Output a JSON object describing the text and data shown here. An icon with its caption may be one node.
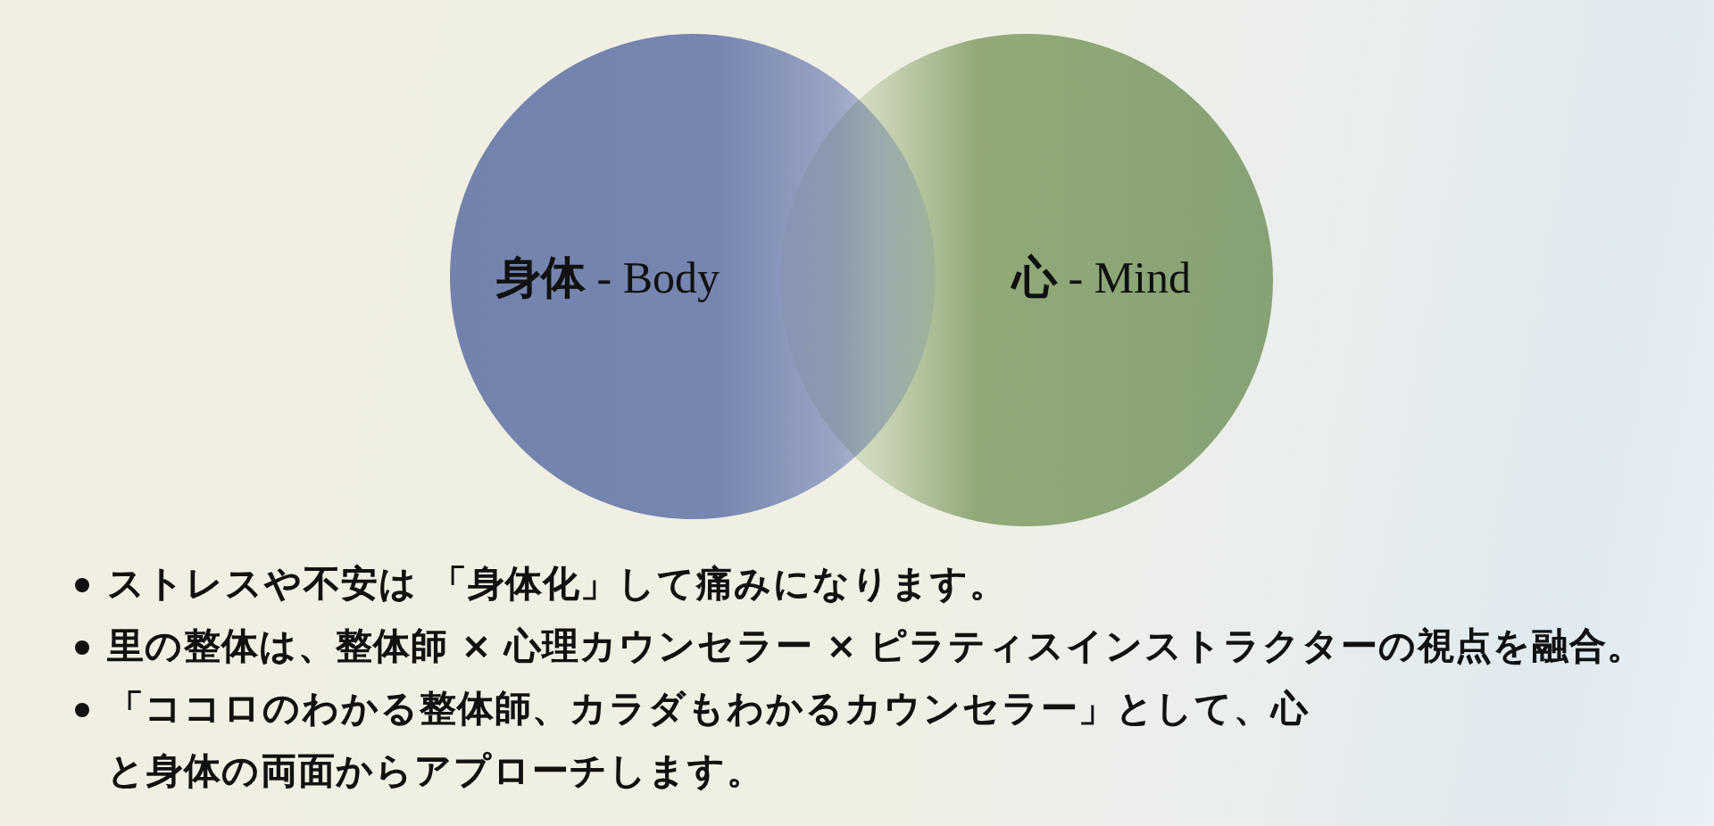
{
  "diagram": {
    "nodes": [
      {
        "text": [
          "**身体** - Body"
        ]
      },
      {
        "text": [
          "**心** - Mind"
        ]
      }
    ],
    "labels": [
      "ストレスや不安は 「身体化」して痛みになります。",
      "里の整体は、整体師 × 心理カウンセラー × ピラティスインストラクターの視点を融合。",
      "「ココロのわかる整体師、カラダもわかるカウンセラー」として、心と身体の両面からアプローチします。"
    ]
  }
}
